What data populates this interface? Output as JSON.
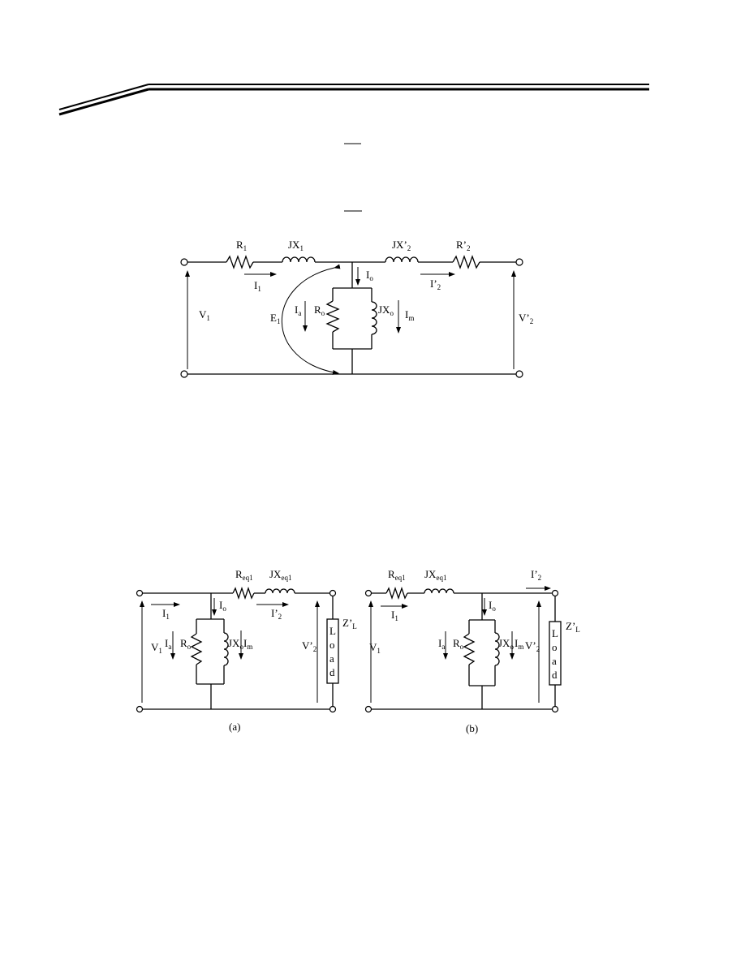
{
  "header_rule": {
    "color": "#000000"
  },
  "circuit_exact": {
    "r1": {
      "main": "R",
      "sub": "1"
    },
    "jx1": {
      "main": "JX",
      "sub": "1"
    },
    "jx2p": {
      "main": "JX’",
      "sub": "2"
    },
    "r2p": {
      "main": "R’",
      "sub": "2"
    },
    "i1": {
      "main": "I",
      "sub": "1"
    },
    "io": {
      "main": "I",
      "sub": "o"
    },
    "i2p": {
      "main": "I’",
      "sub": "2"
    },
    "v1": {
      "main": "V",
      "sub": "1"
    },
    "e1": {
      "main": "E",
      "sub": "1"
    },
    "ia": {
      "main": "I",
      "sub": "a"
    },
    "ro": {
      "main": "R",
      "sub": "o"
    },
    "jxo": {
      "main": "JX",
      "sub": "o"
    },
    "im": {
      "main": "I",
      "sub": "m"
    },
    "v2p": {
      "main": "V’",
      "sub": "2"
    }
  },
  "circuit_a": {
    "caption": "(a)",
    "req1": {
      "main": "R",
      "sub": "eq1"
    },
    "jxeq1": {
      "main": "JX",
      "sub": "eq1"
    },
    "i1": {
      "main": "I",
      "sub": "1"
    },
    "io": {
      "main": "I",
      "sub": "o"
    },
    "i2p": {
      "main": "I’",
      "sub": "2"
    },
    "v1": {
      "main": "V",
      "sub": "1"
    },
    "ia": {
      "main": "I",
      "sub": "a"
    },
    "ro": {
      "main": "R",
      "sub": "o"
    },
    "jxo": {
      "main": "JX",
      "sub": "o"
    },
    "im": {
      "main": "I",
      "sub": "m"
    },
    "v2p": {
      "main": "V’",
      "sub": "2"
    },
    "load": [
      "L",
      "o",
      "a",
      "d"
    ],
    "zl": {
      "main": "Z’",
      "sub": "L"
    }
  },
  "circuit_b": {
    "caption": "(b)",
    "req1": {
      "main": "R",
      "sub": "eq1"
    },
    "jxeq1": {
      "main": "JX",
      "sub": "eq1"
    },
    "i1": {
      "main": "I",
      "sub": "1"
    },
    "io": {
      "main": "I",
      "sub": "o"
    },
    "i2p": {
      "main": "I’",
      "sub": "2"
    },
    "v1": {
      "main": "V",
      "sub": "1"
    },
    "ia": {
      "main": "I",
      "sub": "a"
    },
    "ro": {
      "main": "R",
      "sub": "o"
    },
    "jxo": {
      "main": "JX",
      "sub": "o"
    },
    "im": {
      "main": "I",
      "sub": "m"
    },
    "v2p": {
      "main": "V’",
      "sub": "2"
    },
    "load": [
      "L",
      "o",
      "a",
      "d"
    ],
    "zl": {
      "main": "Z’",
      "sub": "L"
    }
  }
}
